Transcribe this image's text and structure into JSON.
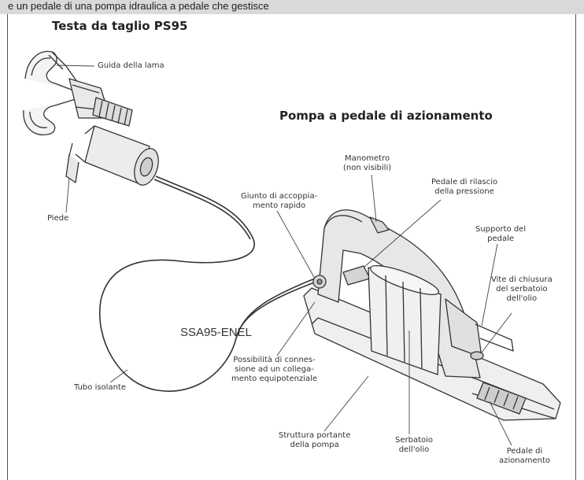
{
  "topbar": {
    "text": "e un pedale di una pompa idraulica a pedale che gestisce"
  },
  "titles": {
    "cutting_head": "Testa da taglio PS95",
    "pump": "Pompa a pedale di azionamento"
  },
  "labels": {
    "blade_guide": "Guida della lama",
    "foot": "Piede",
    "pressure_gauge": "Manometro\n(non visibili)",
    "release_pedal": "Pedale di rilascio\ndella pressione",
    "quick_coupling": "Giunto di accoppia-\nmento rapido",
    "pedal_support": "Supporto del\npedale",
    "tank_cap": "Vite di chiusura\ndel serbatoio\ndell'olio",
    "equipotential": "Possibilità di connes-\nsione ad un collega-\nmento equipotenziale",
    "insulated_hose": "Tubo isolante",
    "pump_frame": "Struttura portante\ndella pompa",
    "oil_tank": "Serbatoio\ndell'olio",
    "drive_pedal": "Pedale di\nazionamento"
  },
  "watermark": "SSA95-ENEL"
}
